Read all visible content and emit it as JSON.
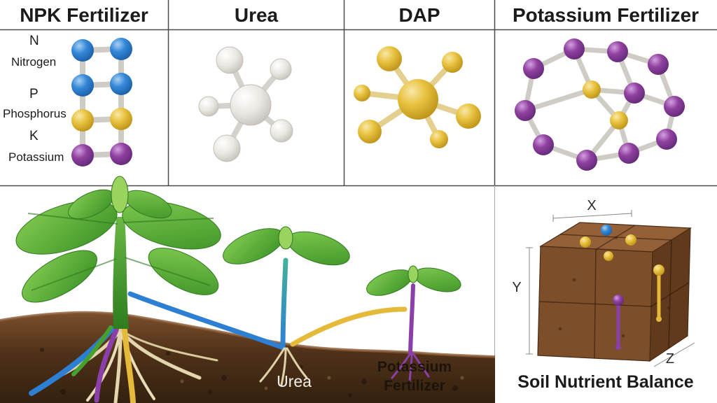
{
  "top_panels": [
    {
      "id": "npk",
      "title": "NPK Fertilizer"
    },
    {
      "id": "urea",
      "title": "Urea"
    },
    {
      "id": "dap",
      "title": "DAP"
    },
    {
      "id": "potassium",
      "title": "Potassium Fertilizer"
    }
  ],
  "npk_legend": [
    {
      "symbol": "N",
      "name": "Nitrogen"
    },
    {
      "symbol": "P",
      "name": "Phosphorus"
    },
    {
      "symbol": "K",
      "name": "Potassium"
    }
  ],
  "soil_scene": {
    "urea_label": "Urea",
    "potassium_label": [
      "Potassium",
      "Fertilizer"
    ]
  },
  "cube_panel": {
    "title": "Soil Nutrient Balance",
    "axes": {
      "x": "X",
      "y": "Y",
      "z": "Z"
    }
  },
  "colors": {
    "nitrogen_blue": "#2d7fd3",
    "phosphorus_yellow": "#e5b93a",
    "potassium_purple": "#8b3fa8",
    "urea_white": "#e9e7e1",
    "bond_gray": "#cfccc5",
    "soil_brown": "#4f3119",
    "leaf_green": "#3c9226"
  }
}
